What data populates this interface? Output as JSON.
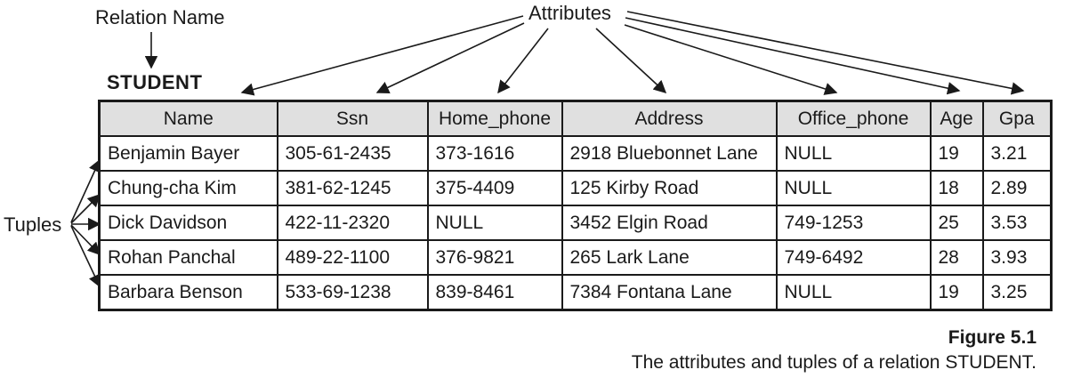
{
  "figure": {
    "labels": {
      "relation_name": "Relation Name",
      "attributes": "Attributes",
      "tuples": "Tuples"
    },
    "relation_title": "STUDENT",
    "caption": {
      "number": "Figure 5.1",
      "text": "The attributes and tuples of a relation STUDENT."
    }
  },
  "table": {
    "columns": [
      "Name",
      "Ssn",
      "Home_phone",
      "Address",
      "Office_phone",
      "Age",
      "Gpa"
    ],
    "rows": [
      [
        "Benjamin Bayer",
        "305-61-2435",
        "373-1616",
        "2918 Bluebonnet Lane",
        "NULL",
        "19",
        "3.21"
      ],
      [
        "Chung-cha Kim",
        "381-62-1245",
        "375-4409",
        "125 Kirby Road",
        "NULL",
        "18",
        "2.89"
      ],
      [
        "Dick Davidson",
        "422-11-2320",
        "NULL",
        "3452 Elgin Road",
        "749-1253",
        "25",
        "3.53"
      ],
      [
        "Rohan Panchal",
        "489-22-1100",
        "376-9821",
        "265 Lark Lane",
        "749-6492",
        "28",
        "3.93"
      ],
      [
        "Barbara Benson",
        "533-69-1238",
        "839-8461",
        "7384 Fontana Lane",
        "NULL",
        "19",
        "3.25"
      ]
    ]
  },
  "colors": {
    "header_bg": "#e0e0e0",
    "line": "#1a1a1a",
    "text": "#1a1a1a"
  }
}
